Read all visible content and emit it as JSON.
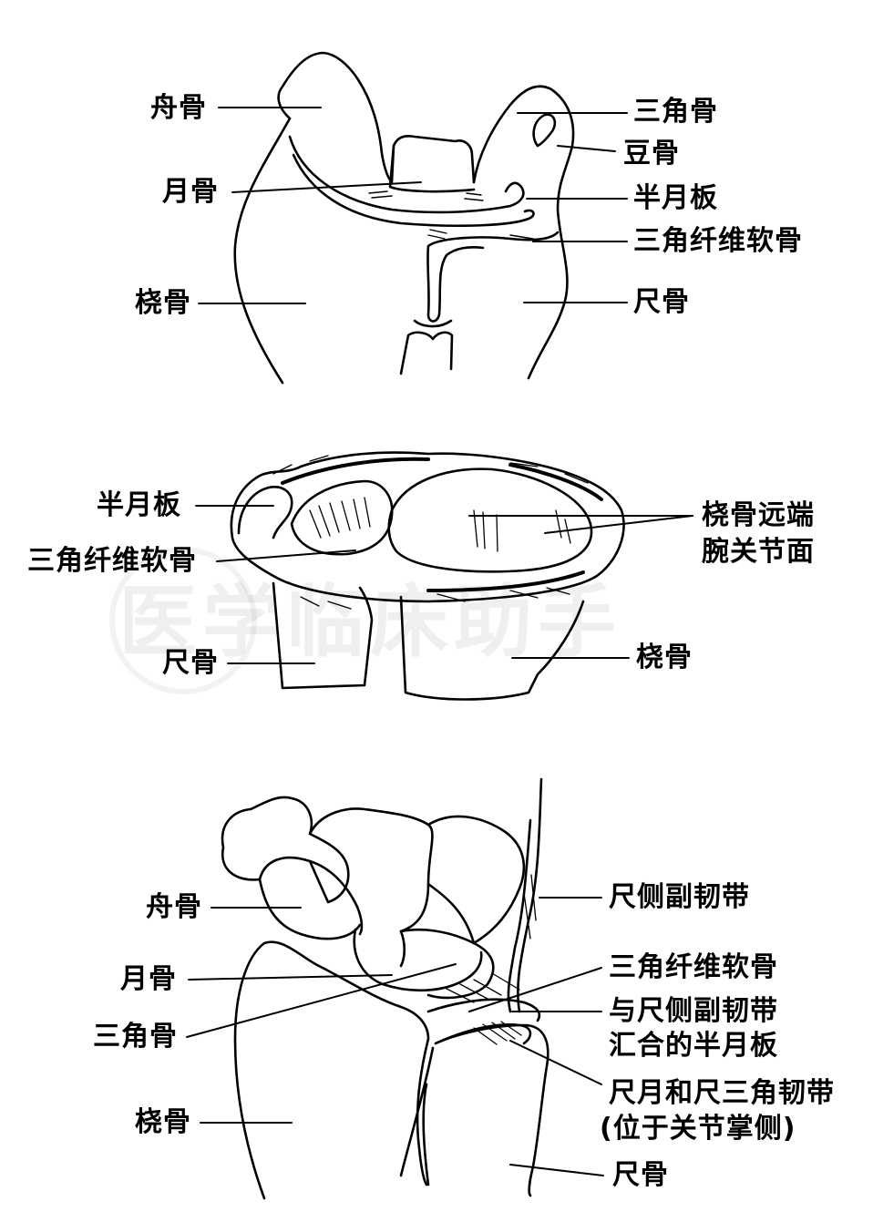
{
  "watermark": "医学临床助手",
  "panel_top": {
    "scaphoid": "舟骨",
    "lunate": "月骨",
    "radius": "桡骨",
    "triquetrum": "三角骨",
    "pisiform": "豆骨",
    "meniscus": "半月板",
    "tfc": "三角纤维软骨",
    "ulna": "尺骨"
  },
  "panel_middle": {
    "meniscus": "半月板",
    "tfc": "三角纤维软骨",
    "ulna": "尺骨",
    "distal_radius_surface_line1": "桡骨远端",
    "distal_radius_surface_line2": "腕关节面",
    "radius": "桡骨"
  },
  "panel_bottom": {
    "scaphoid": "舟骨",
    "lunate": "月骨",
    "triquetrum": "三角骨",
    "radius": "桡骨",
    "ulnar_collateral_ligament": "尺侧副韧带",
    "tfc": "三角纤维软骨",
    "meniscus_line1": "与尺侧副韧带",
    "meniscus_line2": "汇合的半月板",
    "ulnolunate_line1": "尺月和尺三角韧带",
    "ulnolunate_line2": "(位于关节掌侧)",
    "ulna": "尺骨"
  }
}
